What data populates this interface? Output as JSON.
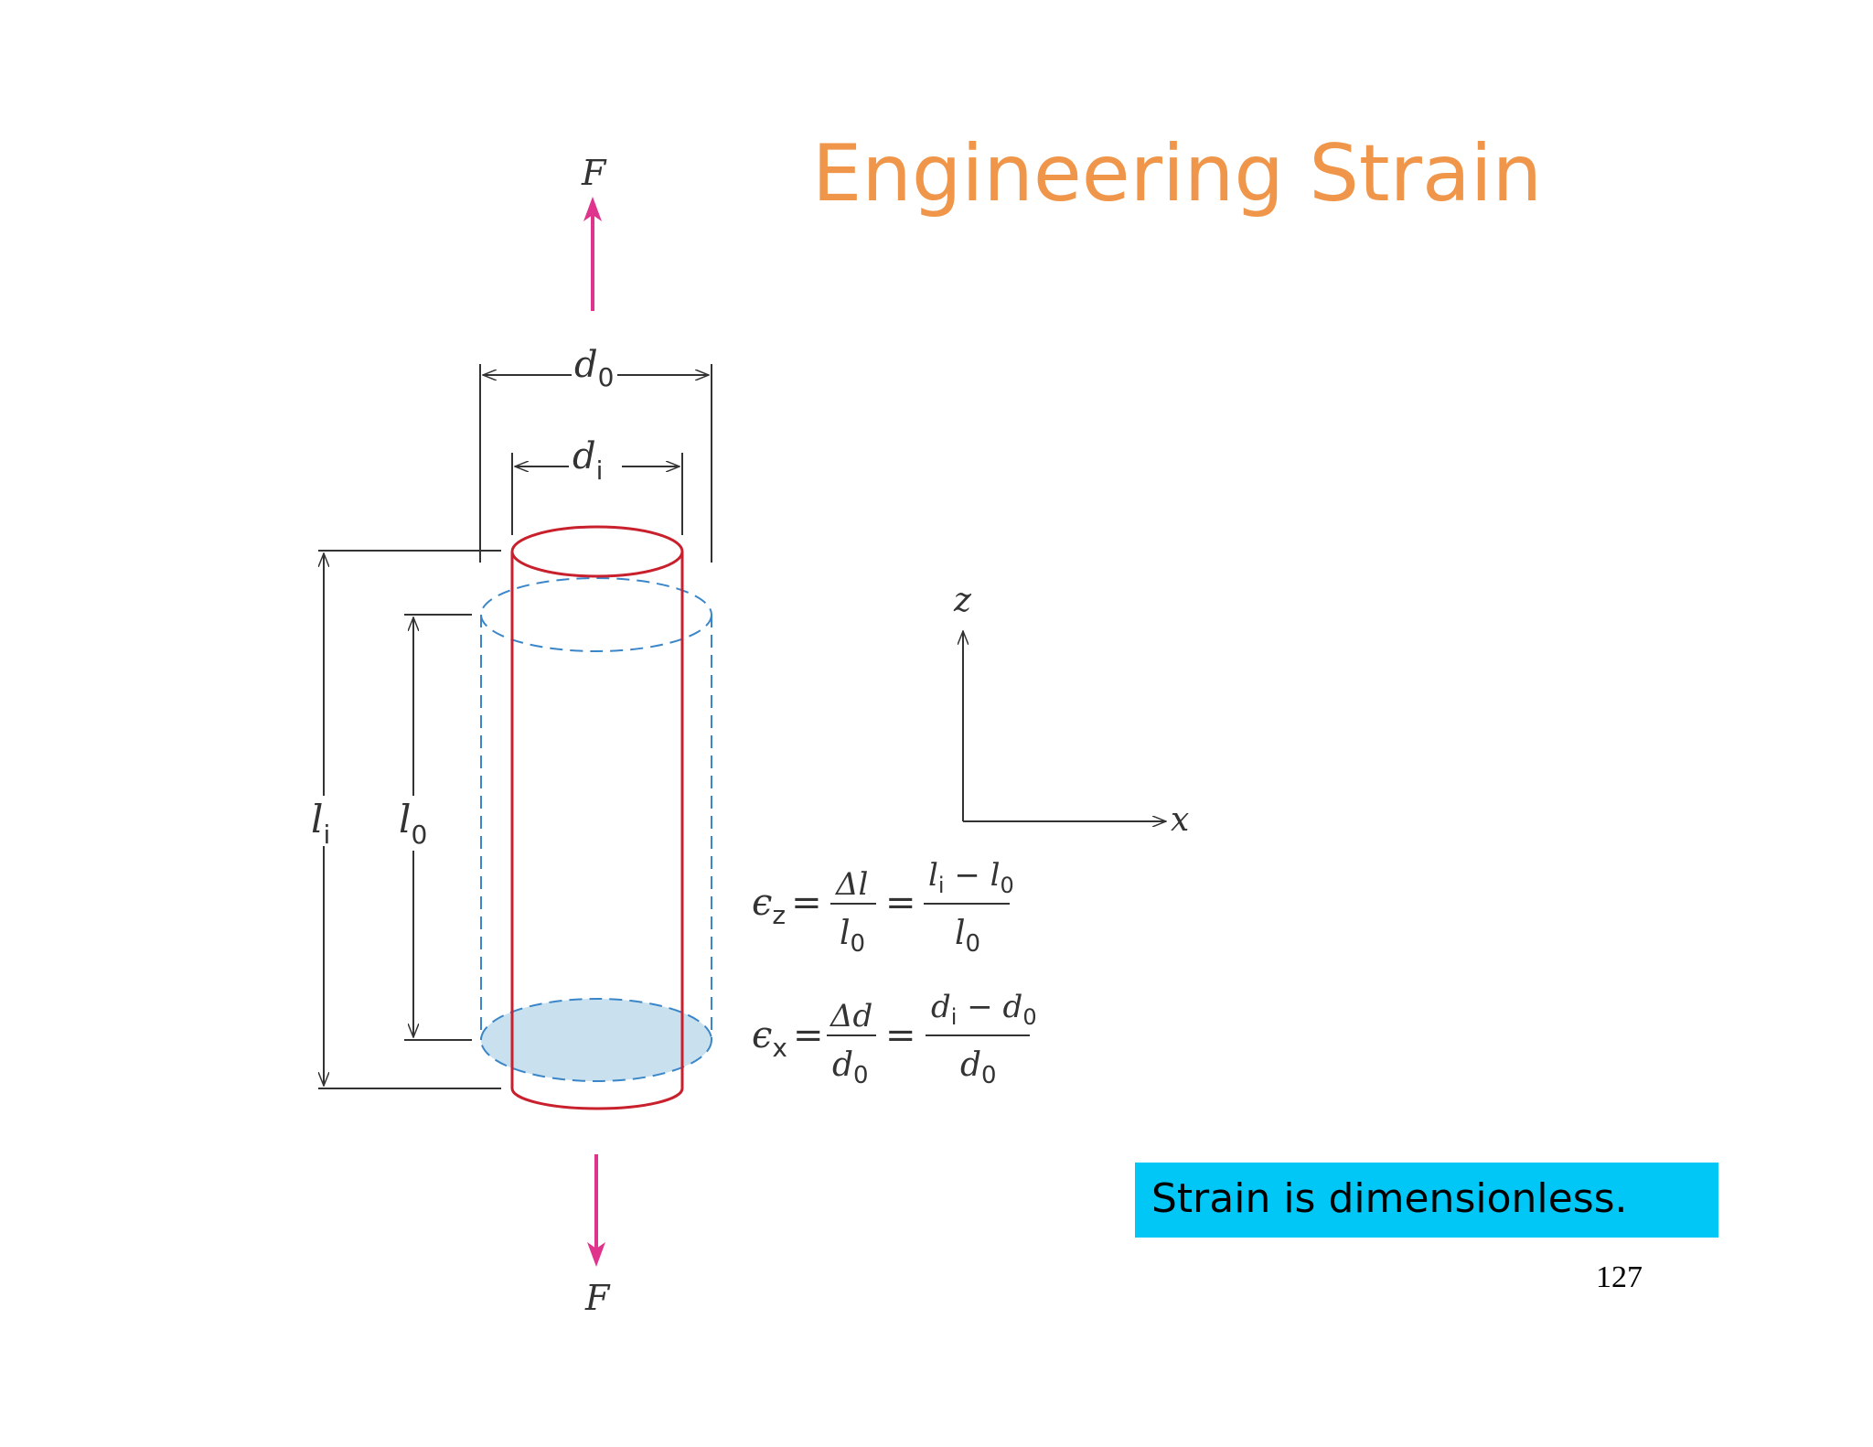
{
  "title": "Engineering Strain",
  "note": "Strain is dimensionless.",
  "page_number": "127",
  "colors": {
    "title": "#f0964a",
    "note_background": "#00c7f5",
    "force_arrow": "#e0348c",
    "specimen_outline": "#c8202c",
    "original_outline": "#3a86c8",
    "original_fill": "#c9e1ef"
  },
  "labels": {
    "force_top": "F",
    "force_bottom": "F",
    "d0": "d",
    "d0_sub": "0",
    "di": "d",
    "di_sub": "i",
    "li": "l",
    "li_sub": "i",
    "l0": "l",
    "l0_sub": "0",
    "axis_z": "z",
    "axis_x": "x"
  },
  "equations": {
    "ez_lhs": "ϵ",
    "ez_lhs_sub": "z",
    "ez_num1": "Δl",
    "ez_den1": "l",
    "ez_den1_sub": "0",
    "ez_num2": "l",
    "ez_num2_sub_a": "i",
    "ez_num2_mid": " − l",
    "ez_num2_sub_b": "0",
    "ez_den2": "l",
    "ez_den2_sub": "0",
    "ex_lhs": "ϵ",
    "ex_lhs_sub": "x",
    "ex_num1": "Δd",
    "ex_den1": "d",
    "ex_den1_sub": "0",
    "ex_num2": "d",
    "ex_num2_sub_a": "i",
    "ex_num2_mid": " − d",
    "ex_num2_sub_b": "0",
    "ex_den2": "d",
    "ex_den2_sub": "0",
    "equals": "="
  }
}
